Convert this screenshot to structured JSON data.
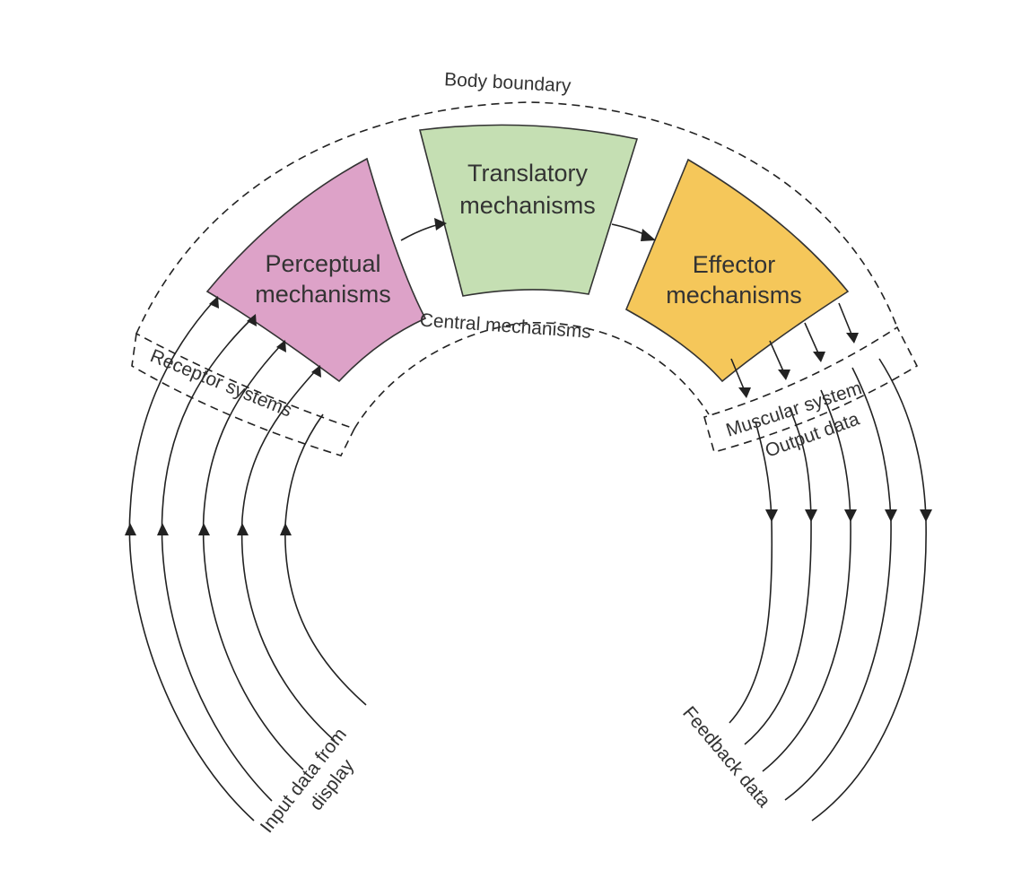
{
  "labels": {
    "body_boundary": "Body boundary",
    "central_mechanisms": "Central mechanisms",
    "receptor_systems": "Receptor systems",
    "muscular_system": "Muscular system",
    "output_data": "Output data",
    "input_data_line1": "Input data from",
    "input_data_line2": "display",
    "feedback_data": "Feedback data"
  },
  "boxes": {
    "perceptual": {
      "line1": "Perceptual",
      "line2": "mechanisms",
      "color": "#dda2c8"
    },
    "translatory": {
      "line1": "Translatory",
      "line2": "mechanisms",
      "color": "#c5dfb3"
    },
    "effector": {
      "line1": "Effector",
      "line2": "mechanisms",
      "color": "#f5c75a"
    }
  }
}
